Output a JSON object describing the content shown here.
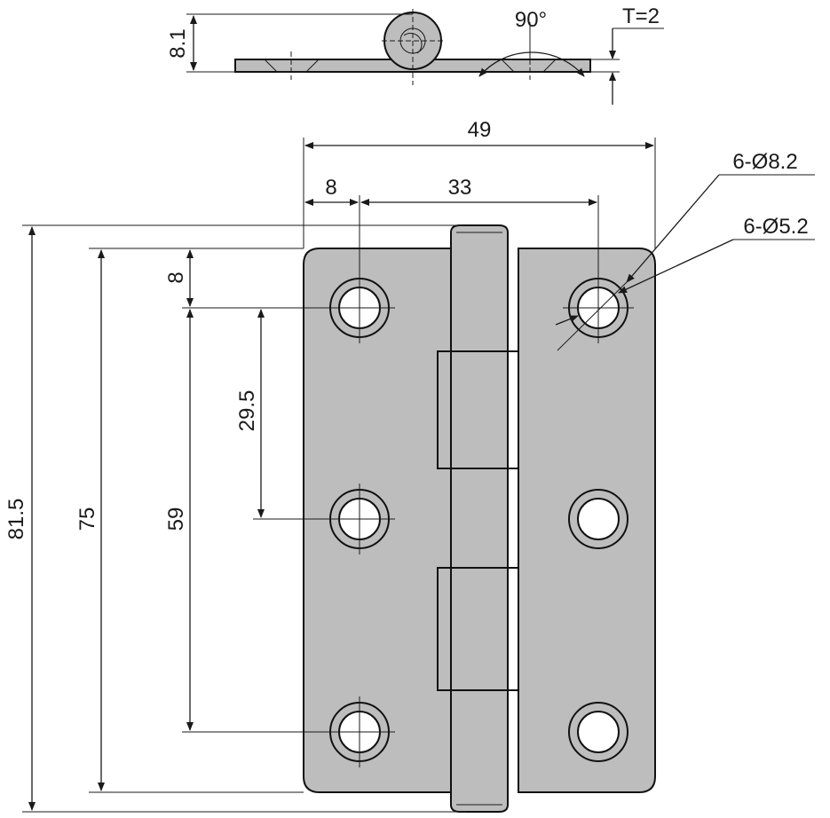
{
  "colors": {
    "leaf_fill": "#bdbdbd",
    "hole_fill": "#ffffff",
    "line": "#1a1a1a",
    "background": "#ffffff"
  },
  "top_view": {
    "height_label": "8.1",
    "angle_label": "90°",
    "thickness_label": "T=2"
  },
  "front_view": {
    "overall_width_label": "49",
    "edge_to_hole_label": "8",
    "hole_spacing_x_label": "33",
    "large_hole_callout": "6-Ø8.2",
    "small_hole_callout": "6-Ø5.2",
    "top_to_hole_label": "8",
    "half_pitch_label": "29.5",
    "hole_pitch_label": "59",
    "leaf_height_label": "75",
    "overall_height_label": "81.5"
  }
}
